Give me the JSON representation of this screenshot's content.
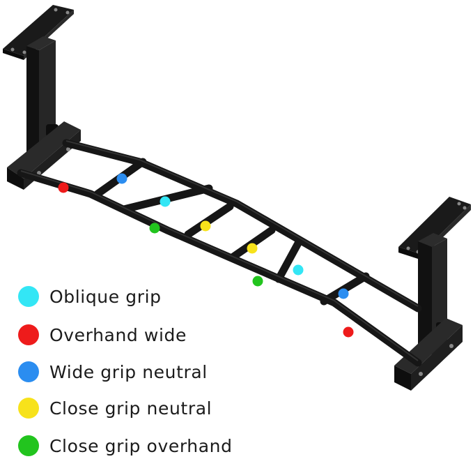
{
  "colors": {
    "oblique": "#33e6f5",
    "overhand_wide": "#ee1b1b",
    "wide_neutral": "#2b8df0",
    "close_neutral": "#f7e21b",
    "close_overhand": "#22c41e",
    "frame": "#161616"
  },
  "legend": {
    "items": [
      {
        "key": "oblique",
        "label": "Oblique grip",
        "color": "#33e6f5"
      },
      {
        "key": "overhand-wide",
        "label": "Overhand wide",
        "color": "#ee1b1b"
      },
      {
        "key": "wide-neutral",
        "label": "Wide grip neutral",
        "color": "#2b8df0"
      },
      {
        "key": "close-neutral",
        "label": "Close grip neutral",
        "color": "#f7e21b"
      },
      {
        "key": "close-overhand",
        "label": "Close grip overhand",
        "color": "#22c41e"
      }
    ]
  }
}
